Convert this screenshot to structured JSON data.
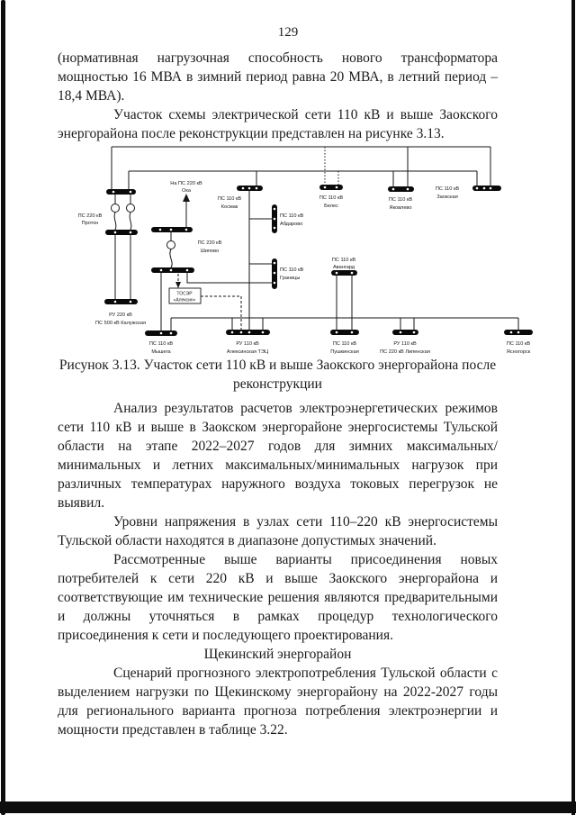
{
  "page": {
    "number": "129"
  },
  "doc": {
    "para1": "(нормативная нагрузочная способность нового трансформатора мощностью 16 МВА в зимний период равна 20 МВА, в летний период – 18,4 МВА).",
    "para2": "Участок схемы электрической сети 110 кВ и выше Заокского энергорайона после реконструкции представлен на рисунке 3.13.",
    "figure_caption": "Рисунок 3.13. Участок сети 110 кВ и выше Заокского энергорайона после реконструкции",
    "para3": "Анализ результатов расчетов электроэнергетических режимов сети 110 кВ и выше в Заокском энергорайоне энергосистемы Тульской области на этапе 2022–2027 годов для зимних максимальных/минимальных и летних максимальных/минимальных нагрузок при различных температурах наружного воздуха токовых перегрузок не выявил.",
    "para4": "Уровни напряжения в узлах сети 110–220 кВ энергосистемы Тульской области находятся в диапазоне допустимых значений.",
    "para5": "Рассмотренные выше варианты присоединения новых потребителей к сети 220 кВ и выше Заокского энергорайона и соответствующие им технические решения являются предварительными и должны уточняться в рамках процедур технологического присоединения к сети и последующего проектирования.",
    "heading": "Щекинский энергорайон",
    "para6": "Сценарий прогнозного электропотребления Тульской области с выделением нагрузки по Щекинскому энергорайону на 2022-2027 годы для регионального варианта прогноза потребления электроэнергии и мощности представлен в таблице 3.22."
  },
  "diagram": {
    "labels": {
      "proton": [
        "ПС 220 кВ",
        "Протон"
      ],
      "oka": [
        "На ПС 220 кВ",
        "Ока"
      ],
      "shipovo": [
        "ПС 220 кВ",
        "Шипово"
      ],
      "kaluzhskaya": [
        "РУ 220 кВ",
        "ПС 500 кВ Калужская"
      ],
      "kosmak": [
        "ПС 110 кВ",
        "Космак"
      ],
      "abdarovo": [
        "ПС 110 кВ",
        "Абдарово"
      ],
      "granitsy": [
        "ПС 110 кВ",
        "Границы"
      ],
      "beles": [
        "ПС 110 кВ",
        "Белес"
      ],
      "yakovlevo": [
        "ПС 110 кВ",
        "Яковлево"
      ],
      "zaokskaya": [
        "ПС 110 кВ",
        "Заокская"
      ],
      "avangard": [
        "ПС 110 кВ",
        "Авангард"
      ],
      "myshega": [
        "ПС 110 кВ",
        "Мышега"
      ],
      "aleksinskaya_tec": [
        "РУ 110 кВ",
        "Алексинская ТЭЦ"
      ],
      "pushkinskaya": [
        "ПС 110 кВ",
        "Пушкинская"
      ],
      "lipenskaya": [
        "РУ 110 кВ",
        "ПС 220 кВ Липенская"
      ],
      "yasnogorsk": [
        "ПС 110 кВ",
        "Ясногорск"
      ],
      "toser": [
        "ТОСЭР",
        "«Алексин»"
      ]
    }
  }
}
